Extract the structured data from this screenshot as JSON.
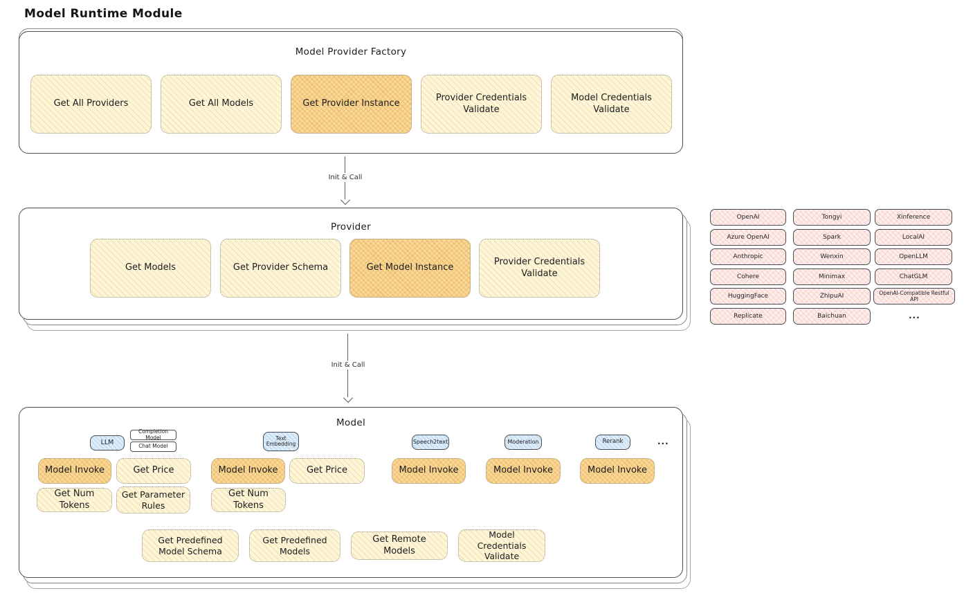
{
  "title": "Model Runtime Module",
  "colors": {
    "yellow_fill": "#fdf6da",
    "yellow_hatch": "#eccd78",
    "orange_fill": "#f8d99b",
    "orange_hatch": "#e8a63e",
    "pink_fill": "#fdeeeb",
    "pink_hatch": "#eca8a2",
    "blue_fill": "#ddecf9",
    "blue_hatch": "#8cbae0",
    "outline": "#494c52",
    "text": "#17181a"
  },
  "factory": {
    "title": "Model Provider Factory",
    "items": [
      {
        "label": "Get All Providers",
        "highlighted": false
      },
      {
        "label": "Get All Models",
        "highlighted": false
      },
      {
        "label": "Get Provider Instance",
        "highlighted": true
      },
      {
        "label": "Provider Credentials Validate",
        "highlighted": false
      },
      {
        "label": "Model Credentials Validate",
        "highlighted": false
      }
    ]
  },
  "arrows": {
    "factory_to_provider": "Init & Call",
    "provider_to_model": "Init & Call"
  },
  "provider": {
    "title": "Provider",
    "items": [
      {
        "label": "Get Models",
        "highlighted": false
      },
      {
        "label": "Get Provider Schema",
        "highlighted": false
      },
      {
        "label": "Get Model Instance",
        "highlighted": true
      },
      {
        "label": "Provider Credentials Validate",
        "highlighted": false
      }
    ]
  },
  "providers_grid": {
    "columns": [
      {
        "cells": [
          "OpenAI",
          "Azure OpenAI",
          "Anthropic",
          "Cohere",
          "HuggingFace",
          "Replicate"
        ]
      },
      {
        "cells": [
          "Tongyi",
          "Spark",
          "Wenxin",
          "Minimax",
          "ZhipuAI",
          "Baichuan"
        ]
      },
      {
        "cells": [
          "Xinference",
          "LocalAI",
          "OpenLLM",
          "ChatGLM",
          "OpenAI-Compatible Restful API"
        ],
        "more": "..."
      }
    ]
  },
  "model": {
    "title": "Model",
    "tags": {
      "llm": "LLM",
      "completion_model": "Completion Model",
      "chat_model": "Chat Model",
      "text_embedding": "Text Embedding",
      "speech2text": "Speech2text",
      "moderation": "Moderation",
      "rerank": "Rerank",
      "more": "..."
    },
    "functions": {
      "llm_model_invoke": "Model Invoke",
      "llm_get_price": "Get Price",
      "llm_get_num_tokens": "Get Num Tokens",
      "llm_get_parameter_rules": "Get Parameter Rules",
      "text_embedding_model_invoke": "Model Invoke",
      "text_embedding_get_price": "Get Price",
      "text_embedding_get_num_tokens": "Get Num Tokens",
      "speech2text_model_invoke": "Model Invoke",
      "moderation_model_invoke": "Model Invoke",
      "rerank_model_invoke": "Model Invoke",
      "get_predefined_model_schema": "Get Predefined Model Schema",
      "get_predefined_models": "Get Predefined Models",
      "get_remote_models": "Get Remote Models",
      "model_credentials_validate": "Model Credentials Validate"
    }
  }
}
